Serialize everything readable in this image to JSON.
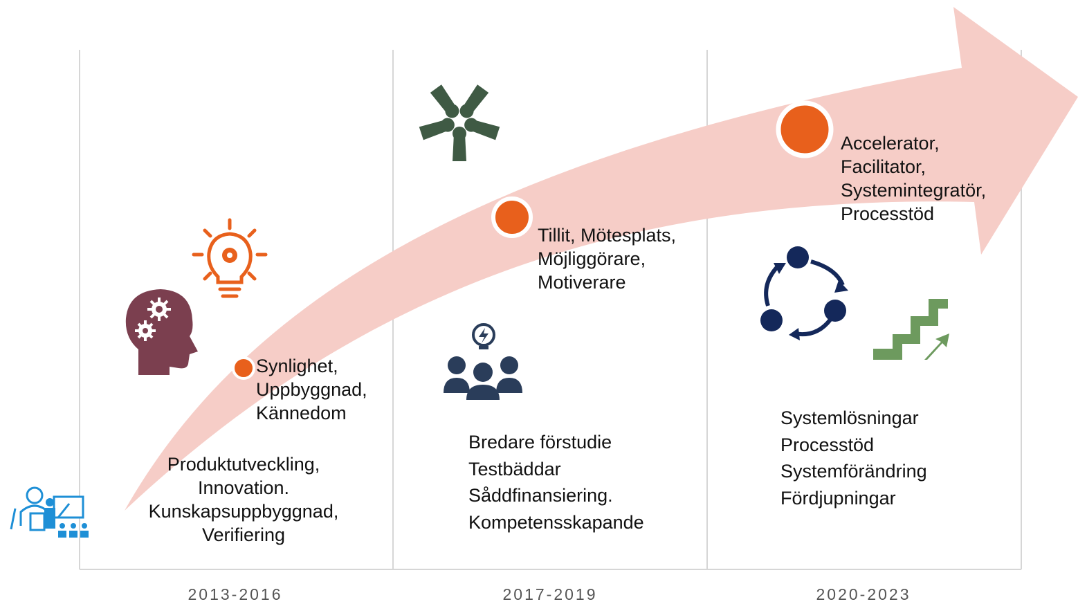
{
  "col1": {
    "marker_text": [
      "Synlighet,",
      "Uppbyggnad,",
      "Kännedom"
    ],
    "body": [
      "Produktutveckling,",
      "Innovation.",
      "Kunskapsuppbyggnad,",
      "Verifiering"
    ],
    "year": "2013-2016",
    "icons": [
      "teacher-icon",
      "head-gears-icon",
      "lightbulb-gear-icon"
    ]
  },
  "col2": {
    "marker_text": [
      "Tillit, Mötesplats,",
      "Möjliggörare,",
      "Motiverare"
    ],
    "body": [
      "Bredare förstudie",
      "Testbäddar",
      "Såddfinansiering.",
      "Kompetensskapande"
    ],
    "year": "2017-2019",
    "icons": [
      "hands-circle-icon",
      "team-idea-icon"
    ]
  },
  "col3": {
    "marker_text": [
      "Accelerator,",
      "Facilitator,",
      "Systemintegratör,",
      "Processtöd"
    ],
    "body": [
      "Systemlösningar",
      "Processtöd",
      "Systemförändring",
      "Fördjupningar"
    ],
    "year": "2020-2023",
    "icons": [
      "cycle-icon",
      "stairs-up-icon"
    ]
  },
  "colors": {
    "arrow": "#f6cdc7",
    "marker": "#e8601c",
    "head": "#7b3f4f",
    "hands": "#3f5a44",
    "team": "#2a3d5a",
    "cycle": "#14285a",
    "stairs": "#6d9a5e",
    "teacher": "#1e8fd6"
  }
}
